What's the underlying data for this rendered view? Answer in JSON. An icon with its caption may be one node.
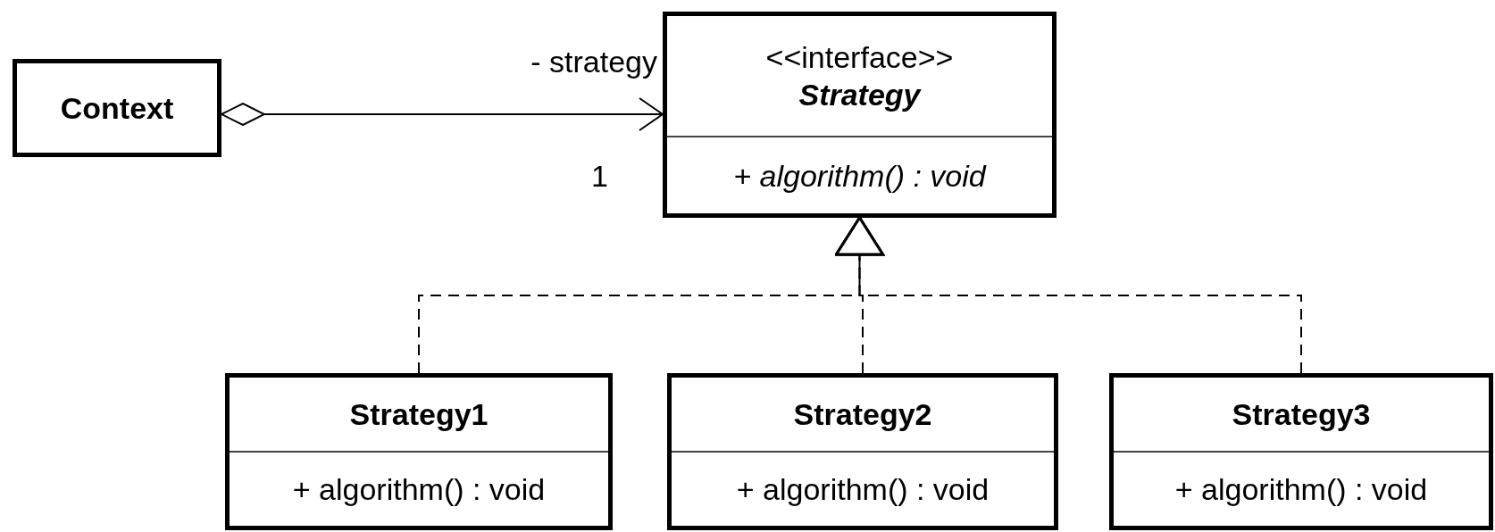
{
  "diagram": {
    "nodes": [
      {
        "text": [
          "Context"
        ]
      },
      {
        "text": [
          "<<interface>>",
          "Strategy",
          "+ algorithm() : void"
        ]
      },
      {
        "text": [
          "Strategy1",
          "+ algorithm() : void"
        ]
      },
      {
        "text": [
          "Strategy2",
          "+ algorithm() : void"
        ]
      },
      {
        "text": [
          "Strategy3",
          "+ algorithm() : void"
        ]
      }
    ],
    "edges": [
      {
        "from": 0,
        "to": 1,
        "arrow": "to",
        "label": "- strategy"
      },
      {
        "from": 2,
        "to": 1,
        "arrow": "to",
        "style": "dashed"
      },
      {
        "from": 3,
        "to": 1,
        "arrow": "to",
        "style": "dashed"
      },
      {
        "from": 4,
        "to": 1,
        "arrow": "to",
        "style": "dashed"
      }
    ],
    "labels": [
      "1"
    ]
  }
}
